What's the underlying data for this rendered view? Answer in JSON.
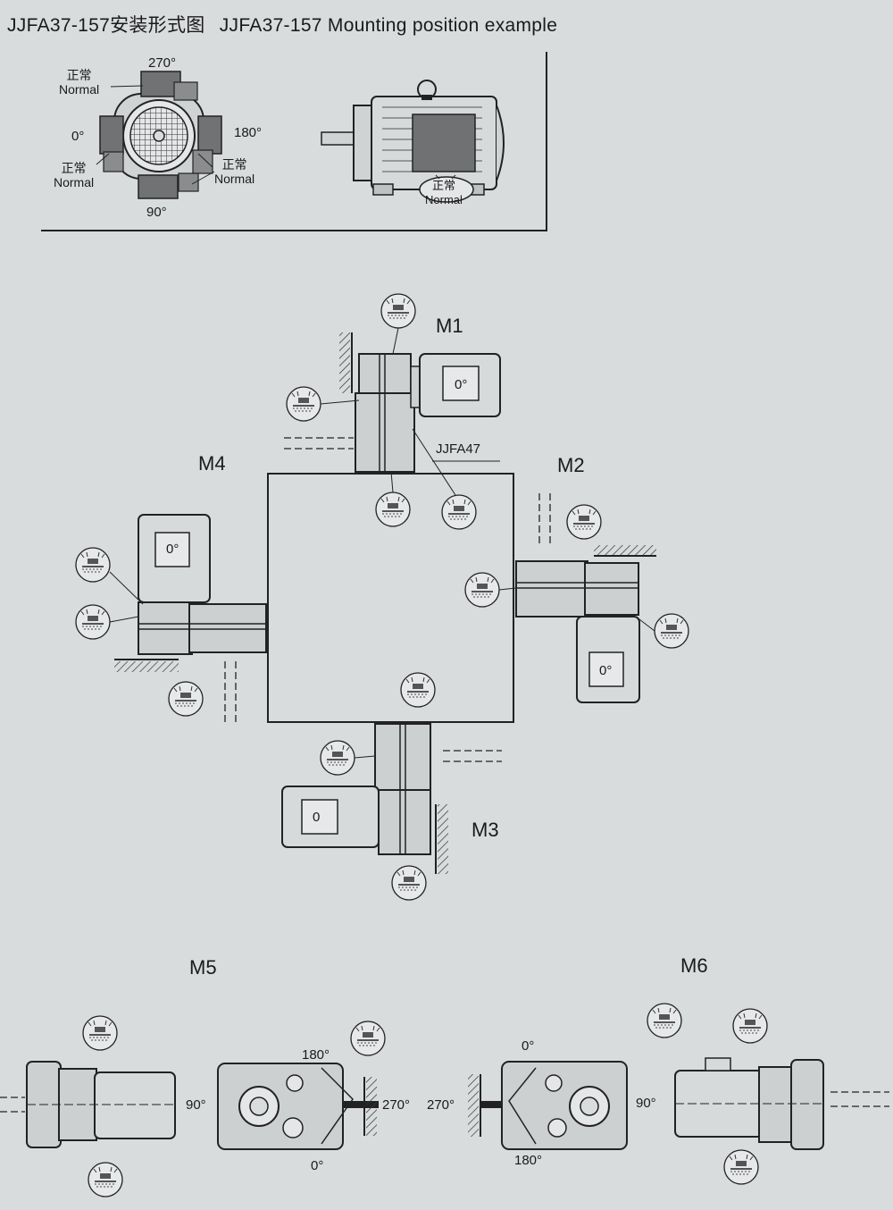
{
  "header": {
    "title_cn": "JJFA37-157安装形式图",
    "title_en": "JJFA37-157 Mounting position example"
  },
  "terminal_box": {
    "normal_cn": "正常",
    "normal_en": "Normal",
    "angles": {
      "a270": "270°",
      "a0": "0°",
      "a180": "180°",
      "a90": "90°"
    }
  },
  "positions": {
    "m1": "M1",
    "m2": "M2",
    "m3": "M3",
    "m4": "M4",
    "m5": "M5",
    "m6": "M6",
    "model_note": "JJFA47",
    "motor_m1": "0°",
    "motor_m2": "0°",
    "motor_m4": "0°",
    "motor_m3": "0"
  },
  "m5_angles": {
    "a180": "180°",
    "a90": "90°",
    "a270": "270°",
    "a0": "0°"
  },
  "m6_angles": {
    "a0": "0°",
    "a270": "270°",
    "a90": "90°",
    "a180": "180°"
  }
}
